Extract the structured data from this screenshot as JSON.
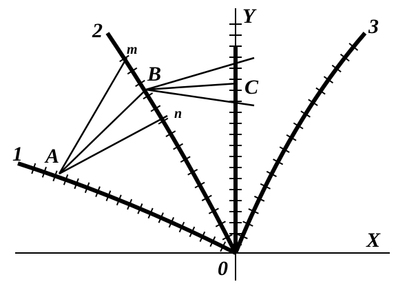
{
  "labels": {
    "curve_1": "1",
    "curve_2": "2",
    "curve_3": "3",
    "point_a": "A",
    "point_b": "B",
    "point_c": "C",
    "point_m": "m",
    "point_n": "n",
    "axis_x": "X",
    "axis_y": "Y",
    "origin": "0"
  },
  "colors": {
    "stroke": "#000000",
    "background": "#ffffff"
  }
}
